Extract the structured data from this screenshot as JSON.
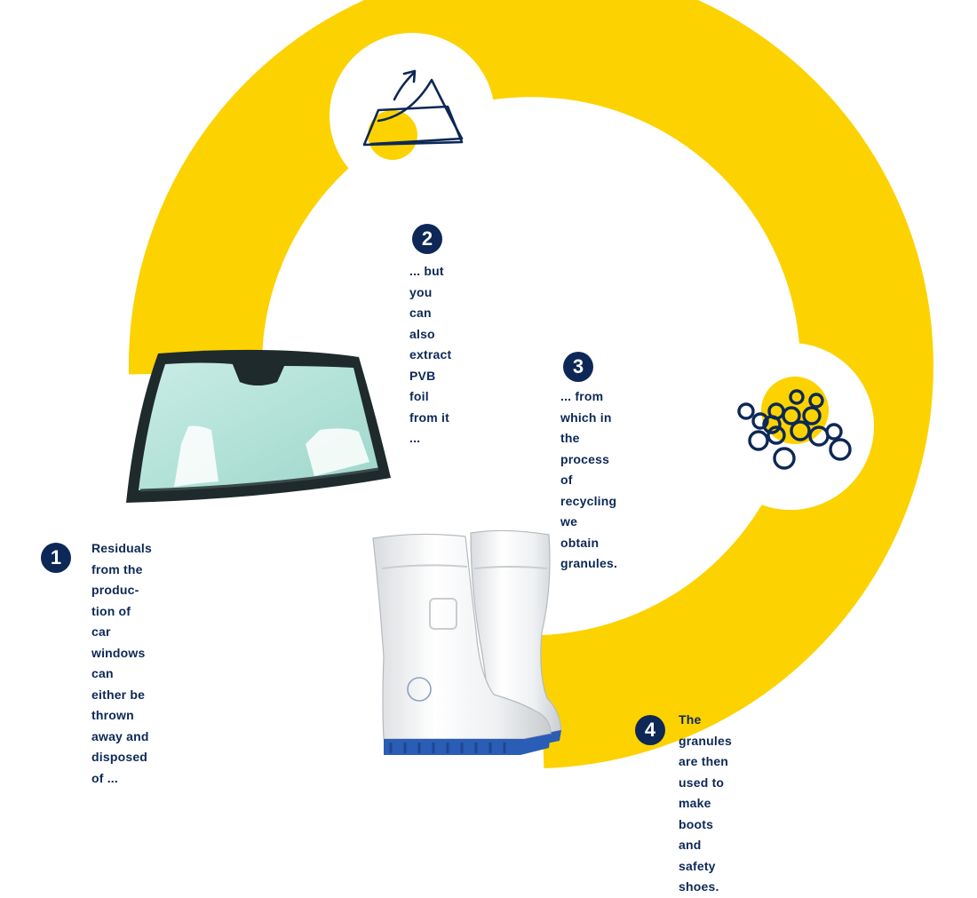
{
  "colors": {
    "ring": "#fcd200",
    "navy": "#0d2856",
    "background": "#ffffff",
    "boot_sole": "#2a5db5"
  },
  "icons": {
    "step2": "peeling-foil-icon",
    "step3": "granules-icon"
  },
  "images": {
    "step1": "windshield-image",
    "step4": "white-boots-image"
  },
  "steps": [
    {
      "number": "1",
      "text": "Residuals from the produc-\ntion of car windows can\neither be thrown away and\ndisposed of ..."
    },
    {
      "number": "2",
      "text": "... but you can\nalso extract PVB\nfoil from it ..."
    },
    {
      "number": "3",
      "text": "... from which in the\nprocess of recycling\nwe obtain granules."
    },
    {
      "number": "4",
      "text": "The granules are then used to\nmake boots and safety shoes."
    }
  ]
}
